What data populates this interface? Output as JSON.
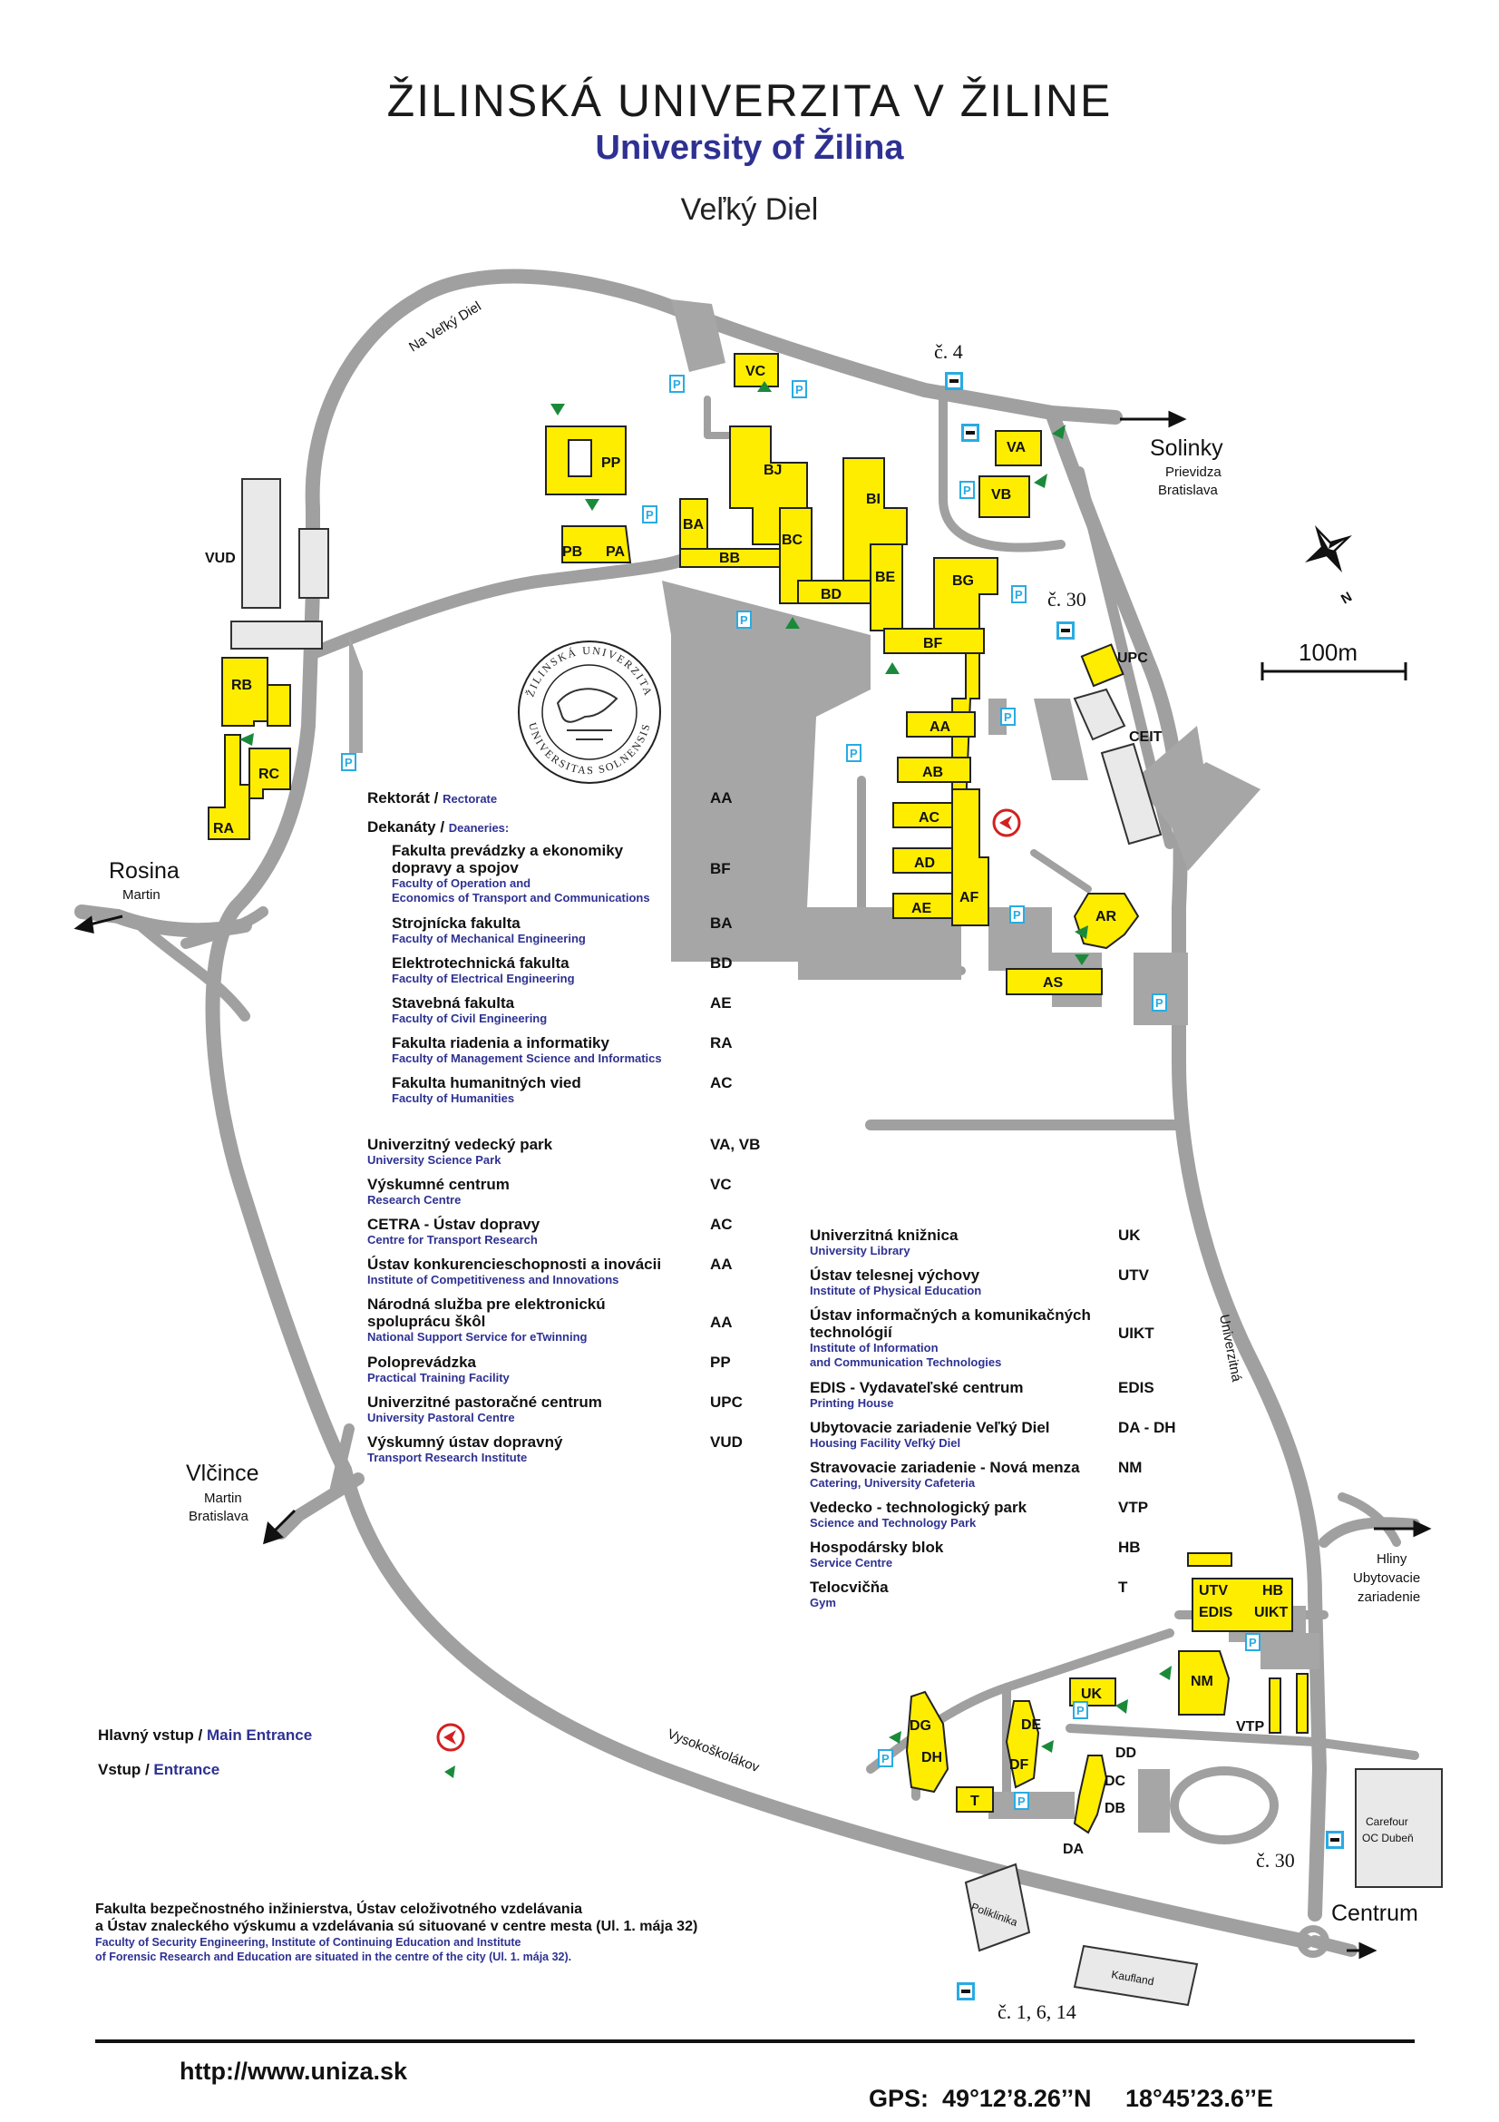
{
  "title": {
    "main": "ŽILINSKÁ UNIVERZITA V ŽILINE",
    "en": "University of Žilina",
    "location": "Veľký Diel"
  },
  "colors": {
    "building": "#ffed00",
    "road": "#a0a0a0",
    "accent": "#2e3192",
    "parking": "#29abe2",
    "entrance": "#1a8a3a",
    "main_entrance": "#d42020"
  },
  "roads": {
    "na_velky_diel": "Na Veľký Diel",
    "vysokoskolakov": "Vysokoškolákov",
    "univerzitna": "Univerzitná"
  },
  "places": {
    "solinky": "Solinky",
    "solinky_sub1": "Prievidza",
    "solinky_sub2": "Bratislava",
    "rosina": "Rosina",
    "rosina_sub": "Martin",
    "vlcince": "Vlčince",
    "vlcince_sub1": "Martin",
    "vlcince_sub2": "Bratislava",
    "hliny": "Hliny",
    "hliny_sub1": "Ubytovacie",
    "hliny_sub2": "zariadenie",
    "centrum": "Centrum"
  },
  "bus": {
    "c4": "č. 4",
    "c30a": "č. 30",
    "c30b": "č. 30",
    "c1614": "č. 1, 6, 14"
  },
  "scale": "100m",
  "north": "N",
  "landmarks": {
    "carefour1": "Carefour",
    "carefour2": "OC Dubeň",
    "poliklinika": "Poliklinika",
    "kaufland": "Kaufland",
    "vud": "VUD",
    "upc": "UPC",
    "ceit": "CEIT"
  },
  "parking_label": "P",
  "buildings": {
    "VC": "VC",
    "PP": "PP",
    "PB": "PB",
    "PA": "PA",
    "BJ": "BJ",
    "BI": "BI",
    "BA": "BA",
    "BB": "BB",
    "BC": "BC",
    "BD": "BD",
    "BE": "BE",
    "BG": "BG",
    "BF": "BF",
    "VA": "VA",
    "VB": "VB",
    "AA": "AA",
    "AB": "AB",
    "AC": "AC",
    "AD": "AD",
    "AE": "AE",
    "AF": "AF",
    "AR": "AR",
    "AS": "AS",
    "RB": "RB",
    "RC": "RC",
    "RA": "RA",
    "UTV": "UTV",
    "HB": "HB",
    "EDIS": "EDIS",
    "UIKT": "UIKT",
    "NM": "NM",
    "UK": "UK",
    "VTP": "VTP",
    "DG": "DG",
    "DH": "DH",
    "DE": "DE",
    "DF": "DF",
    "DD": "DD",
    "DC": "DC",
    "DB": "DB",
    "DA": "DA",
    "T": "T"
  },
  "legend1": [
    {
      "name": "Rektorát / ",
      "sub": "Rectorate",
      "en": "",
      "code": "AA"
    },
    {
      "name": "Dekanáty / ",
      "sub": "Deaneries:",
      "en": "",
      "code": ""
    },
    {
      "name": "Fakulta prevádzky a ekonomiky",
      "name2": "dopravy a spojov",
      "en": "Faculty of Operation and",
      "en2": "Economics of Transport and Communications",
      "code": "BF"
    },
    {
      "name": "Strojnícka fakulta",
      "en": "Faculty of Mechanical Engineering",
      "code": "BA"
    },
    {
      "name": "Elektrotechnická fakulta",
      "en": "Faculty of Electrical Engineering",
      "code": "BD"
    },
    {
      "name": "Stavebná fakulta",
      "en": "Faculty of Civil Engineering",
      "code": "AE"
    },
    {
      "name": "Fakulta riadenia a informatiky",
      "en": "Faculty of Management Science and Informatics",
      "code": "RA"
    },
    {
      "name": "Fakulta humanitných vied",
      "en": "Faculty of Humanities",
      "code": "AC"
    }
  ],
  "legend2": [
    {
      "name": "Univerzitný vedecký park",
      "en": "University Science Park",
      "code": "VA, VB"
    },
    {
      "name": "Výskumné centrum",
      "en": "Research Centre",
      "code": "VC"
    },
    {
      "name": "CETRA - Ústav dopravy",
      "en": "Centre for Transport Research",
      "code": "AC"
    },
    {
      "name": "Ústav konkurencieschopnosti a inovácii",
      "en": "Institute of Competitiveness and Innovations",
      "code": "AA"
    },
    {
      "name": "Národná služba pre elektronickú",
      "name2": "spoluprácu škôl",
      "en": "National Support Service for eTwinning",
      "code": "AA"
    },
    {
      "name": "Poloprevádzka",
      "en": "Practical Training Facility",
      "code": "PP"
    },
    {
      "name": "Univerzitné pastoračné centrum",
      "en": "University Pastoral Centre",
      "code": "UPC"
    },
    {
      "name": "Výskumný ústav dopravný",
      "en": "Transport Research Institute",
      "code": "VUD"
    }
  ],
  "legend3": [
    {
      "name": "Univerzitná knižnica",
      "en": "University Library",
      "code": "UK"
    },
    {
      "name": "Ústav telesnej výchovy",
      "en": "Institute of Physical Education",
      "code": "UTV"
    },
    {
      "name": "Ústav informačných a komunikačných",
      "name2": "technológií",
      "en": "Institute of Information",
      "en2": "and Communication Technologies",
      "code": "UIKT"
    },
    {
      "name": "EDIS - Vydavateľské centrum",
      "en": "Printing House",
      "code": "EDIS"
    },
    {
      "name": "Ubytovacie zariadenie Veľký Diel",
      "en": "Housing Facility Veľký Diel",
      "code": "DA - DH"
    },
    {
      "name": "Stravovacie zariadenie - Nová menza",
      "en": "Catering, University Cafeteria",
      "code": "NM"
    },
    {
      "name": "Vedecko - technologický park",
      "en": "Science and Technology Park",
      "code": "VTP"
    },
    {
      "name": "Hospodársky blok",
      "en": "Service Centre",
      "code": "HB"
    },
    {
      "name": "Telocvičňa",
      "en": "Gym",
      "code": "T"
    }
  ],
  "entrances": {
    "main_sk": "Hlavný vstup / ",
    "main_en": "Main Entrance",
    "ent_sk": "Vstup / ",
    "ent_en": "Entrance"
  },
  "note": {
    "line1": "Fakulta bezpečnostného inžinierstva, Ústav celoživotného vzdelávania",
    "line2": "a Ústav znaleckého výskumu a vzdelávania sú situované v centre mesta (Ul. 1. mája 32)",
    "en1": "Faculty of Security Engineering, Institute of Continuing Education and Institute",
    "en2": "of Forensic Research and Education are situated in the centre of the city (Ul. 1. mája 32)."
  },
  "seal": {
    "top": "ŽILINSKÁ UNIVERZITA",
    "bottom": "UNIVERSITAS SOLNENSIS"
  },
  "footer": {
    "url": "http://www.uniza.sk",
    "gps_label": "GPS:",
    "lat": "49°12’8.26’’N",
    "lon": "18°45’23.6’’E"
  }
}
